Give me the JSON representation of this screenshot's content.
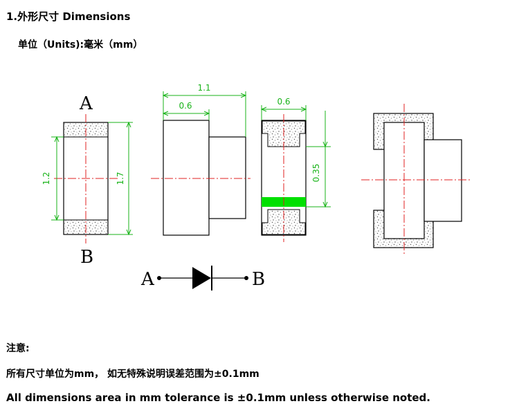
{
  "header": {
    "title": "1.外形尺寸 Dimensions",
    "units": "单位（Units):毫米（mm）"
  },
  "drawing": {
    "label_a": "A",
    "label_b": "B",
    "dim_width_total": "1.1",
    "dim_width_body": "0.6",
    "dim_height_inner": "1.2",
    "dim_height_total": "1.7",
    "dim_end_width": "0.6",
    "dim_pad_height": "0.35",
    "line_color": "#000000",
    "dim_color": "#19b319",
    "center_color": "#e02020",
    "band_color": "#00e000",
    "symbol_label_a": "A",
    "symbol_label_b": "B"
  },
  "notes": {
    "heading": "注意:",
    "cn": "所有尺寸单位为mm， 如无特殊说明误差范围为±0.1mm",
    "en": "All dimensions area in mm tolerance is ±0.1mm unless otherwise noted."
  }
}
